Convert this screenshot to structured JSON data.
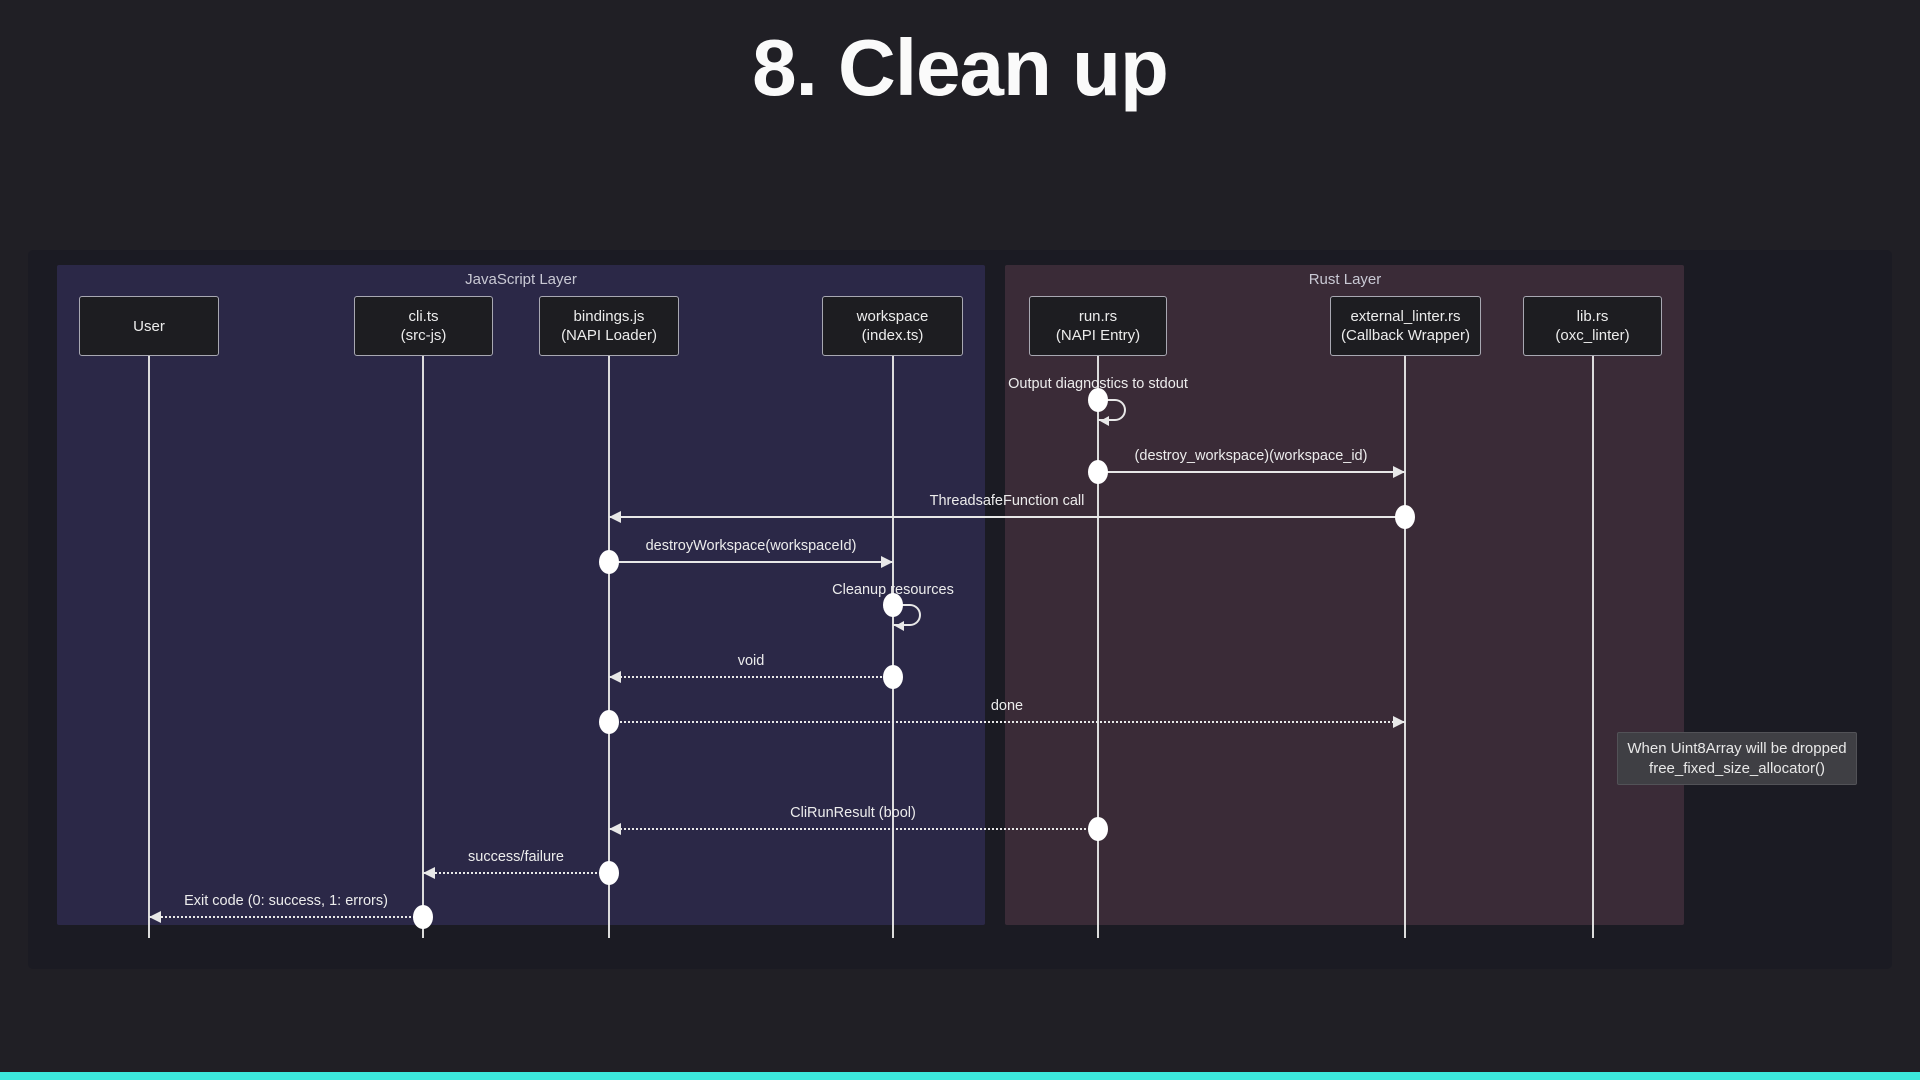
{
  "slide": {
    "title": "8. Clean up"
  },
  "diagram": {
    "groups": [
      {
        "label": "JavaScript Layer"
      },
      {
        "label": "Rust Layer"
      }
    ],
    "participants": [
      {
        "line1": "User",
        "line2": ""
      },
      {
        "line1": "cli.ts",
        "line2": "(src-js)"
      },
      {
        "line1": "bindings.js",
        "line2": "(NAPI Loader)"
      },
      {
        "line1": "workspace",
        "line2": "(index.ts)"
      },
      {
        "line1": "run.rs",
        "line2": "(NAPI Entry)"
      },
      {
        "line1": "external_linter.rs",
        "line2": "(Callback Wrapper)"
      },
      {
        "line1": "lib.rs",
        "line2": "(oxc_linter)"
      }
    ],
    "messages": [
      {
        "label": "Output diagnostics to stdout",
        "from": "run.rs",
        "to": "run.rs",
        "style": "self"
      },
      {
        "label": "(destroy_workspace)(workspace_id)",
        "from": "run.rs",
        "to": "external_linter.rs",
        "style": "solid"
      },
      {
        "label": "ThreadsafeFunction call",
        "from": "external_linter.rs",
        "to": "bindings.js",
        "style": "solid"
      },
      {
        "label": "destroyWorkspace(workspaceId)",
        "from": "bindings.js",
        "to": "workspace",
        "style": "solid"
      },
      {
        "label": "Cleanup resources",
        "from": "workspace",
        "to": "workspace",
        "style": "self"
      },
      {
        "label": "void",
        "from": "workspace",
        "to": "bindings.js",
        "style": "dotted"
      },
      {
        "label": "done",
        "from": "bindings.js",
        "to": "external_linter.rs",
        "style": "dotted"
      },
      {
        "label": "CliRunResult (bool)",
        "from": "run.rs",
        "to": "bindings.js",
        "style": "dotted"
      },
      {
        "label": "success/failure",
        "from": "bindings.js",
        "to": "cli.ts",
        "style": "dotted"
      },
      {
        "label": "Exit code (0: success, 1: errors)",
        "from": "cli.ts",
        "to": "User",
        "style": "dotted"
      }
    ],
    "note": {
      "line1": "When Uint8Array will be dropped",
      "line2": "free_fixed_size_allocator()"
    },
    "colors": {
      "page_bg": "#201f25",
      "surface_bg": "#1b1b23",
      "js_layer_bg": "#2b2847",
      "rust_layer_bg": "#3a2b37",
      "line": "#e8e8e8",
      "note_bg": "#3f3f44",
      "accent_bar": "#3ce9dd"
    }
  }
}
